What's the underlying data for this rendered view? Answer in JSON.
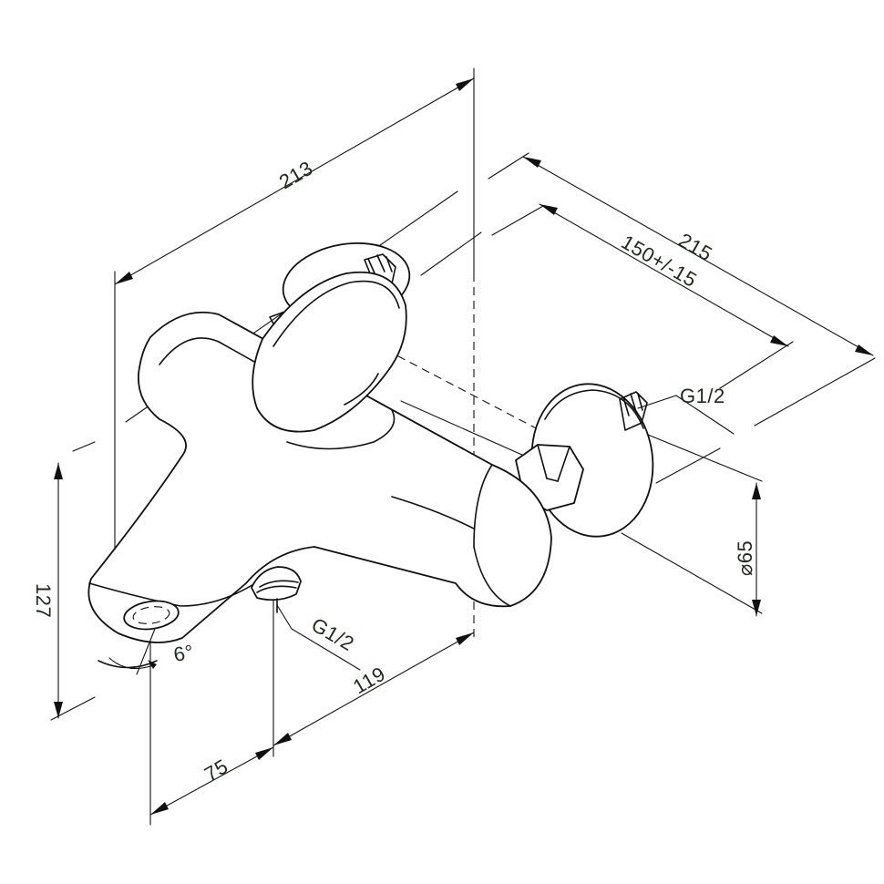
{
  "dimensions": {
    "overall_length": "213",
    "wall_projection": "215",
    "center_distance": "150+/-15",
    "inlet_thread": "G1/2",
    "outlet_thread": "G1/2",
    "flange_diameter": "⌀65",
    "height": "127",
    "spout_angle": "6°",
    "outlet_offset": "119",
    "spout_reach": "75"
  },
  "colors": {
    "line": "#111111",
    "text": "#1c2b1c"
  }
}
